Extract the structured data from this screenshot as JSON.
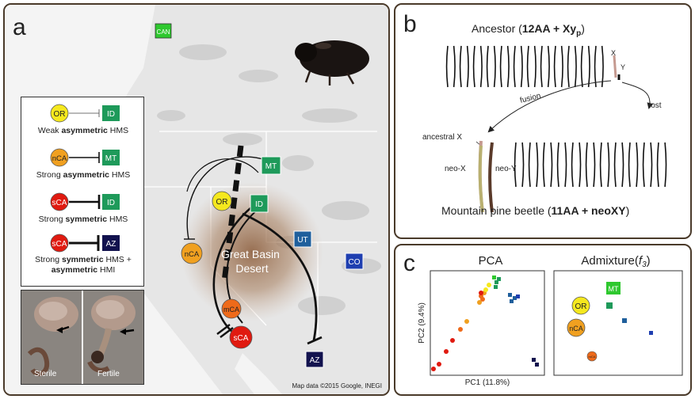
{
  "panel_a": {
    "label": "a",
    "desert_line1": "Great Basin",
    "desert_line2": "Desert",
    "map_credit": "Map data ©2015 Google, INEGI",
    "regions": [
      {
        "code": "CAN",
        "color": "#2ec82e"
      },
      {
        "code": "MT",
        "color": "#1e9a5a"
      },
      {
        "code": "ID",
        "color": "#1e9a5a"
      },
      {
        "code": "UT",
        "color": "#1f5f9c"
      },
      {
        "code": "CO",
        "color": "#1f3fb0"
      },
      {
        "code": "AZ",
        "color": "#12124e"
      }
    ],
    "populations": [
      {
        "code": "OR",
        "color": "#f5e81e"
      },
      {
        "code": "nCA",
        "color": "#f0a020"
      },
      {
        "code": "mCA",
        "color": "#ee6a1a"
      },
      {
        "code": "sCA",
        "color": "#e01a10"
      }
    ],
    "legend": [
      {
        "left": "OR",
        "right": "ID",
        "text1": "Weak ",
        "bold1": "asymmetric",
        "text2": " HMS",
        "text3": "",
        "bold3": ""
      },
      {
        "left": "nCA",
        "right": "MT",
        "text1": "Strong ",
        "bold1": "asymmetric",
        "text2": " HMS",
        "text3": "",
        "bold3": ""
      },
      {
        "left": "sCA",
        "right": "ID",
        "text1": "Strong ",
        "bold1": "symmetric",
        "text2": " HMS",
        "text3": "",
        "bold3": ""
      },
      {
        "left": "sCA",
        "right": "AZ",
        "text1": "Strong ",
        "bold1": "symmetric",
        "text2": " HMS +",
        "text3": " HMI",
        "bold3": "asymmetric"
      }
    ],
    "photo_labels": {
      "left": "Sterile",
      "right": "Fertile"
    }
  },
  "panel_b": {
    "label": "b",
    "ancestor_prefix": "Ancestor (",
    "ancestor_bold": "12AA + Xy",
    "ancestor_sub": "p",
    "ancestor_suffix": ")",
    "x_label": "X",
    "y_label": "Y",
    "fusion": "fusion",
    "lost": "lost",
    "ancestral_x": "ancestral X",
    "neo_x": "neo-X",
    "neo_y": "neo-Y",
    "mpb_prefix": "Mountain pine beetle (",
    "mpb_bold": "11AA + neoXY",
    "mpb_suffix": ")"
  },
  "panel_c": {
    "label": "c",
    "pca_title": "PCA",
    "pc1": "PC1 (11.8%)",
    "pc2": "PC2 (9.4%)",
    "admix_title": "Admixture",
    "admix_f": "f",
    "admix_sub": "3",
    "admix_labels": {
      "mt": "MT",
      "or": "OR",
      "nca": "nCA",
      "mca": "mCA"
    }
  }
}
